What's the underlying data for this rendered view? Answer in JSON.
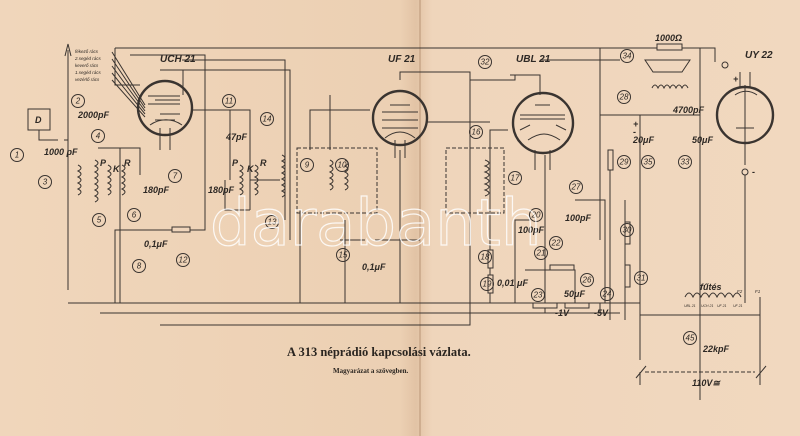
{
  "caption": {
    "title": "A 313 néprádió kapcsolási vázlata.",
    "subtitle": "Magyarázat a szövegben."
  },
  "watermark": "darabanth",
  "tubes": {
    "uch21": "UCH 21",
    "uf21": "UF 21",
    "ubl21": "UBL 21",
    "uy22": "UY 22"
  },
  "grid_labels": [
    "fékező rács",
    "2.segéd rács",
    "keverő rács",
    "1.segéd rács",
    "vezérlő rács"
  ],
  "antenna_box": "D",
  "coil_letters": {
    "p": "P",
    "k": "K",
    "r": "R"
  },
  "values": {
    "c1": "1000 pF",
    "c2": "2000pF",
    "c7": "180pF",
    "c11": "47pF",
    "c_osc": "180pF",
    "c8": "0,1μF",
    "c15": "0,1μF",
    "c20": "100pF",
    "c27": "100pF",
    "c21": "0,01 μF",
    "c26": "50μF",
    "v1": "-1V",
    "v5": "-5V",
    "r34": "1000Ω",
    "c28": "4700pF",
    "c35": "20μF",
    "c33": "50μF",
    "c45": "22kpF",
    "mains": "110V≅"
  },
  "heater": {
    "label": "fűtés",
    "tubes": [
      "UBL 21",
      "UCH 21",
      "UF 21",
      "UF 21"
    ],
    "f2": "F2",
    "f1": "F1"
  },
  "polarity": {
    "plus": "+",
    "minus": "-"
  },
  "numbers": [
    "1",
    "2",
    "3",
    "4",
    "5",
    "6",
    "7",
    "8",
    "9",
    "10",
    "11",
    "12",
    "13",
    "14",
    "15",
    "16",
    "17",
    "18",
    "19",
    "20",
    "21",
    "22",
    "23",
    "24",
    "26",
    "27",
    "28",
    "29",
    "30",
    "31",
    "32",
    "33",
    "34",
    "35",
    "45"
  ]
}
